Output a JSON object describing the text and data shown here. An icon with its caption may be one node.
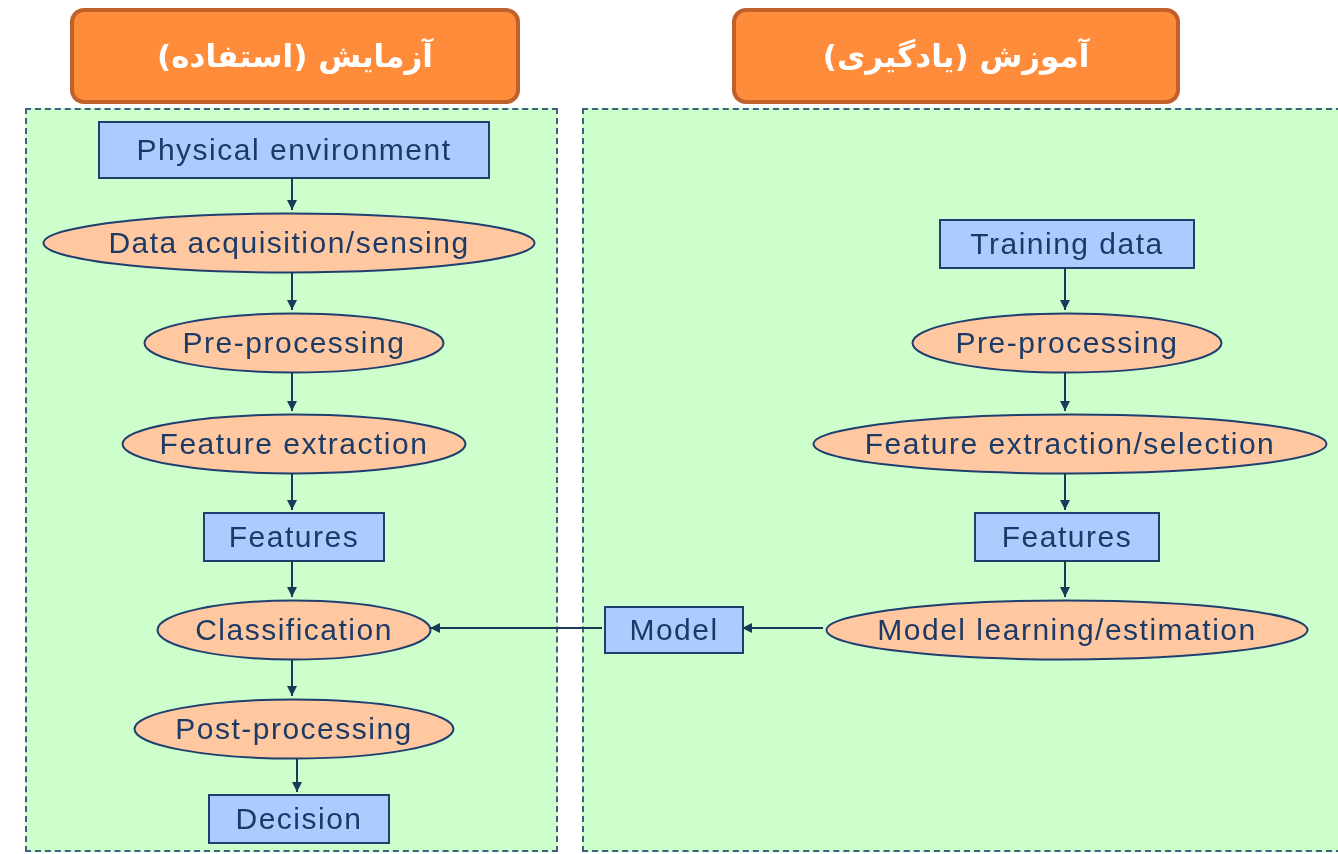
{
  "diagram": {
    "nodes": [
      {
        "text": [
          "آزمایش (استفاده)"
        ]
      },
      {
        "text": [
          "Physical environment"
        ],
        "in": 0
      },
      {
        "text": [
          "Data acquisition/sensing"
        ],
        "in": 0
      },
      {
        "text": [
          "Pre-processing"
        ],
        "in": 0
      },
      {
        "text": [
          "Feature extraction"
        ],
        "in": 0
      },
      {
        "text": [
          "Features"
        ],
        "in": 0
      },
      {
        "text": [
          "Classification"
        ],
        "in": 0
      },
      {
        "text": [
          "Post-processing"
        ],
        "in": 0
      },
      {
        "text": [
          "Decision"
        ],
        "in": 0
      },
      {
        "text": [
          "آموزش (یادگیری)"
        ]
      },
      {
        "text": [
          "Training data"
        ],
        "in": 9
      },
      {
        "text": [
          "Pre-processing"
        ],
        "in": 9
      },
      {
        "text": [
          "Feature extraction/selection"
        ],
        "in": 9
      },
      {
        "text": [
          "Features"
        ],
        "in": 9
      },
      {
        "text": [
          "Model learning/estimation"
        ],
        "in": 9
      },
      {
        "text": [
          "Model"
        ],
        "in": 9
      }
    ],
    "edges": [
      {
        "from": 1,
        "to": 2,
        "arrow": "to"
      },
      {
        "from": 2,
        "to": 3,
        "arrow": "to"
      },
      {
        "from": 3,
        "to": 4,
        "arrow": "to"
      },
      {
        "from": 4,
        "to": 5,
        "arrow": "to"
      },
      {
        "from": 5,
        "to": 6,
        "arrow": "to"
      },
      {
        "from": 6,
        "to": 7,
        "arrow": "to"
      },
      {
        "from": 7,
        "to": 8,
        "arrow": "to"
      },
      {
        "from": 10,
        "to": 11,
        "arrow": "to"
      },
      {
        "from": 11,
        "to": 12,
        "arrow": "to"
      },
      {
        "from": 12,
        "to": 13,
        "arrow": "to"
      },
      {
        "from": 13,
        "to": 14,
        "arrow": "to"
      },
      {
        "from": 14,
        "to": 15,
        "arrow": "to"
      },
      {
        "from": 15,
        "to": 6,
        "arrow": "to"
      }
    ]
  }
}
